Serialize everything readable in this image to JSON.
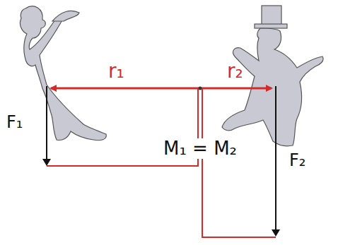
{
  "diagram": {
    "labels": [
      "r₁",
      "r₂",
      "F₁",
      "F₂",
      "M₁ = M₂"
    ]
  }
}
